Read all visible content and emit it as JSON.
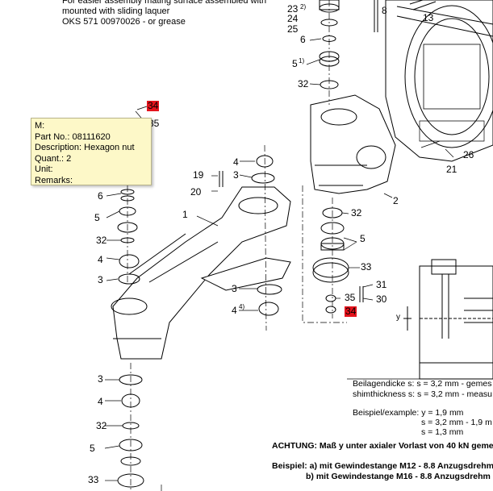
{
  "top_note": [
    "For easier assembly mating surface assembled with",
    "mounted with sliding laquer",
    "OKS 571 00970026 - or grease"
  ],
  "tooltip": {
    "m": "M:",
    "part_no": "Part No.: 08111620",
    "description": "Description: Hexagon nut",
    "quantity": "Quant.: 2",
    "unit": "Unit:",
    "remarks": "Remarks:"
  },
  "callouts": {
    "c1": "1",
    "c2": "2",
    "c3a": "3",
    "c3b": "3",
    "c3c": "3",
    "c3d": "3",
    "c4a": "4",
    "c4b": "4",
    "c4c": "4",
    "c4d": "4",
    "c5a": "5",
    "c5b": "5",
    "c5c": "5",
    "c5d": "5",
    "c6a": "6",
    "c6b": "6",
    "c8": "8",
    "c13": "13",
    "c19": "19",
    "c20": "20",
    "c21": "21",
    "c23": "23",
    "c24": "24",
    "c25": "25",
    "c26": "26",
    "c30": "30",
    "c31": "31",
    "c32a": "32",
    "c32b": "32",
    "c32c": "32",
    "c32d": "32",
    "c33a": "33",
    "c33b": "33",
    "c34a": "34",
    "c34b": "34",
    "c35a": "35",
    "c35b": "35",
    "sup1": "1)",
    "sup2": "2)",
    "sup4": "4)",
    "y": "y"
  },
  "notes": {
    "shim_de": "Beilagendicke s: s = 3,2 mm - gemes",
    "shim_en": "shimthickness s: s = 3,2 mm - measu",
    "example_1": "Beispiel/example:  y = 1,9 mm",
    "example_2": "s = 3,2 mm - 1,9 m",
    "example_3": "s = 1,3 mm",
    "warning": "ACHTUNG: Maß y unter axialer Vorlast von 40 kN geme",
    "example_a": "Beispiel: a) mit Gewindestange M12 - 8.8 Anzugsdrehm",
    "example_b": "b) mit Gewindestange M16 - 8.8 Anzugsdrehm"
  },
  "colors": {
    "highlight": "#e4131c",
    "tooltip_bg": "#fdf8c8",
    "line": "#000000"
  }
}
